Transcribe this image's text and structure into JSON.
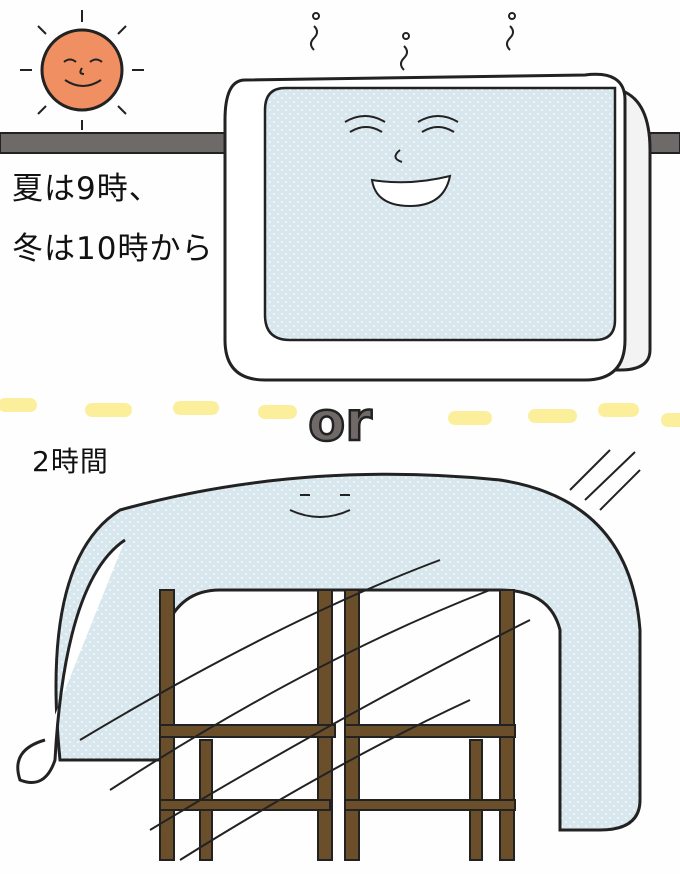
{
  "top_caption": {
    "line1": "夏は9時、",
    "line2": "冬は10時から"
  },
  "divider_word": "or",
  "bottom_caption": "2時間",
  "colors": {
    "sun": "#ef8f62",
    "futon": "#d8e6ee",
    "pole": "#6e6a69",
    "divider": "#fbef9c",
    "chair": "#6b4f2a",
    "or_text": "#6f6968"
  }
}
